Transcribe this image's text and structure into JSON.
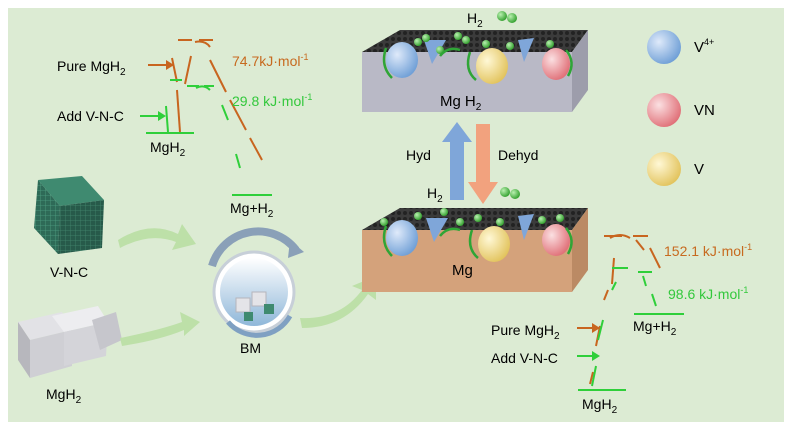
{
  "colors": {
    "background": "#dcebd3",
    "frame": "#ffffff",
    "orange_path": "#c8651f",
    "green_path": "#2fcf3a",
    "energy_orange": "#c76a1f",
    "energy_green": "#33c83c",
    "hyd_arrow": "#7fa6d9",
    "dehyd_arrow": "#f2a27e",
    "v4_sphere": "#6f9fd6",
    "vn_sphere": "#e78b90",
    "v_sphere": "#ecd77f",
    "h_atom": "#4fc845"
  },
  "top_left_profile": {
    "pure_label": "Pure MgH",
    "pure_label_sub": "2",
    "addvnc_label": "Add V-N-C",
    "orange_energy": "74.7kJ·mol",
    "orange_energy_sup": "-1",
    "green_energy": "29.8 kJ·mol",
    "green_energy_sup": "-1",
    "start_state": "MgH",
    "start_state_sub": "2",
    "end_state": "Mg+H",
    "end_state_sub": "2"
  },
  "bottom_right_profile": {
    "pure_label": "Pure MgH",
    "pure_label_sub": "2",
    "addvnc_label": "Add V-N-C",
    "orange_energy": "152.1 kJ·mol",
    "orange_energy_sup": "-1",
    "green_energy": "98.6 kJ·mol",
    "green_energy_sup": "-1",
    "start_state": "MgH",
    "start_state_sub": "2",
    "end_state": "Mg+H",
    "end_state_sub": "2"
  },
  "materials": {
    "vnc_label": "V-N-C",
    "mgh2_label": "MgH",
    "mgh2_label_sub": "2",
    "bm_label": "BM"
  },
  "slabs": {
    "top_label_a": "Mg",
    "top_label_b": "H",
    "top_label_sub": "2",
    "bottom_label": "Mg",
    "h2_top": "H",
    "h2_top_sub": "2",
    "h2_mid": "H",
    "h2_mid_sub": "2",
    "hyd_label": "Hyd",
    "dehyd_label": "Dehyd"
  },
  "legend": {
    "items": [
      {
        "label": "V",
        "label_sup": "4+",
        "color": "#6f9fd6"
      },
      {
        "label": "VN",
        "label_sup": "",
        "color": "#e78b90"
      },
      {
        "label": "V",
        "label_sup": "",
        "color": "#ecd77f"
      }
    ]
  }
}
